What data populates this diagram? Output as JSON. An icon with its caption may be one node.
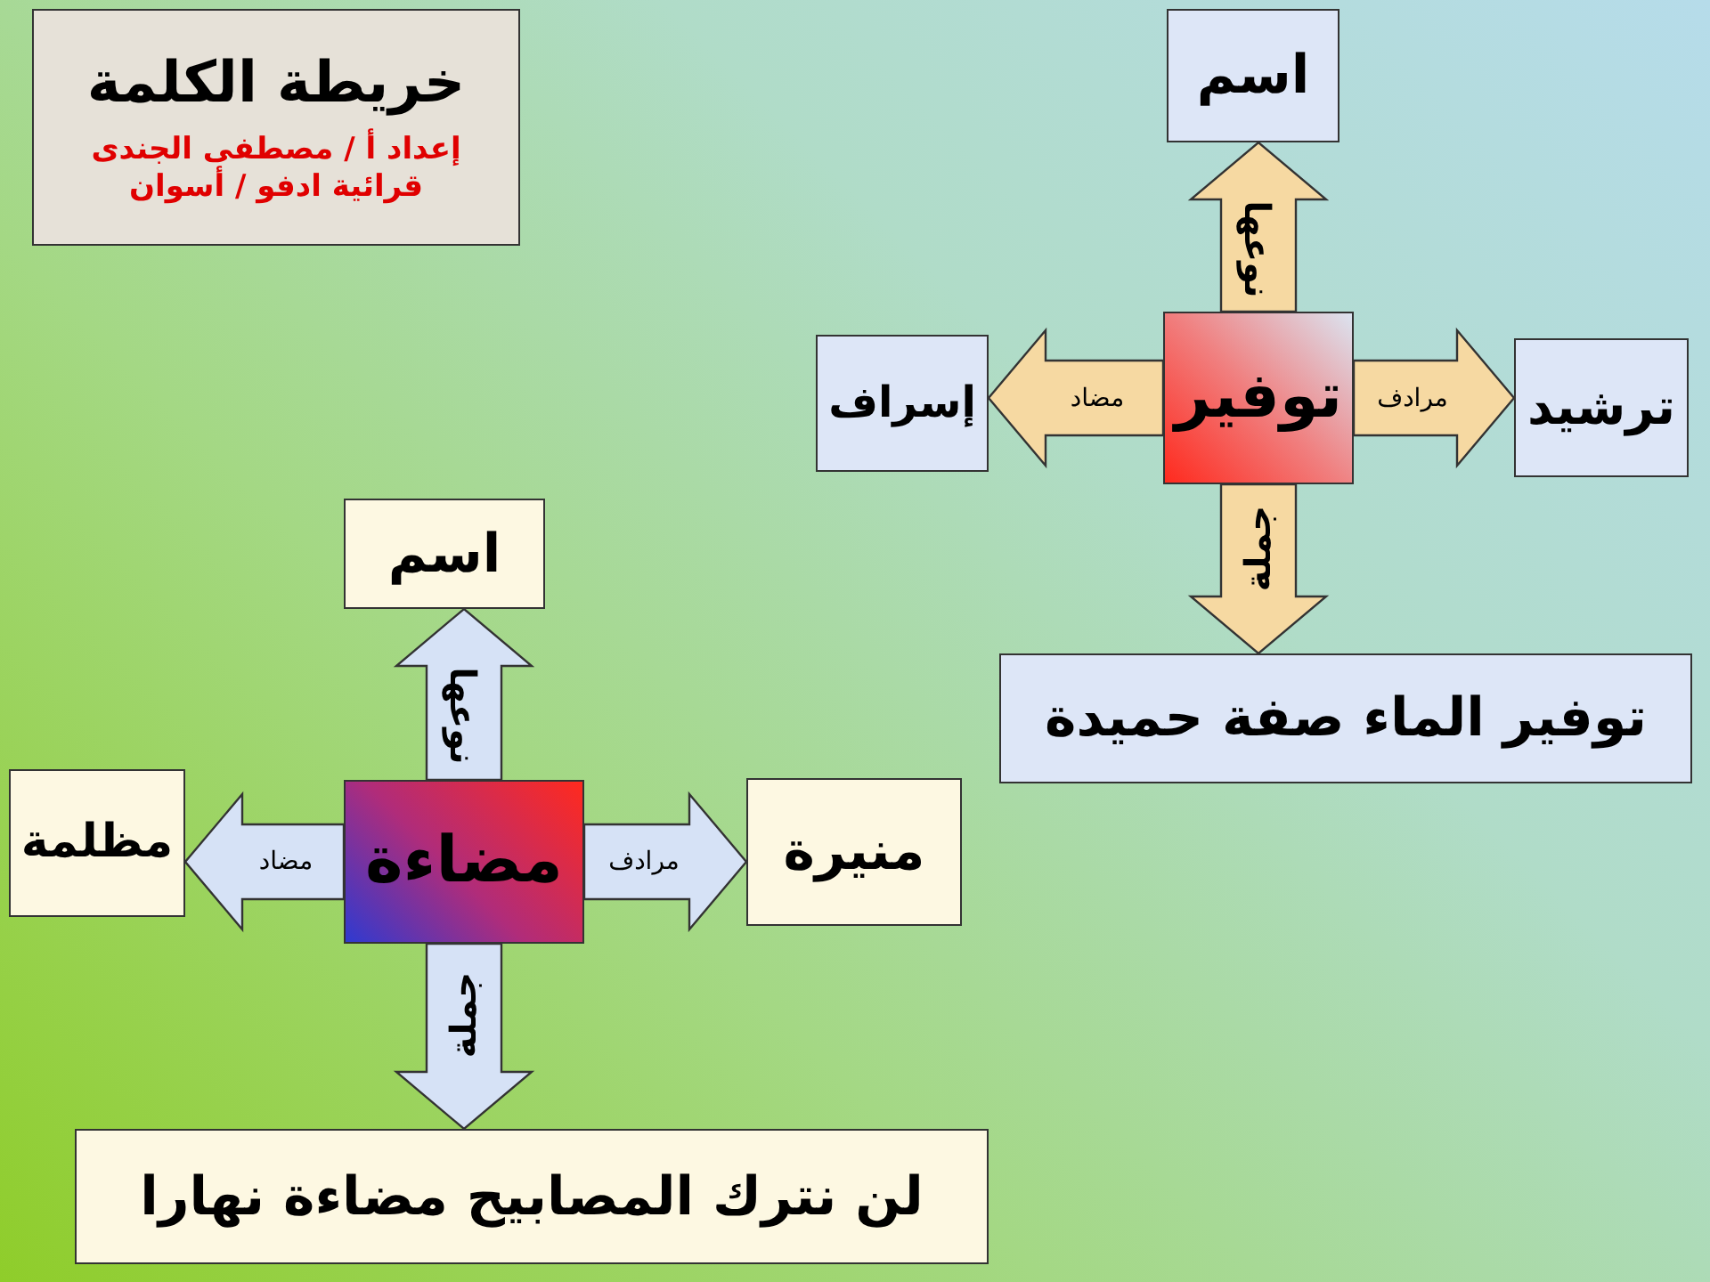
{
  "diagram": {
    "nodes": [
      {
        "text": [
          "خريطة الكلمة",
          "إعداد أ / مصطفى الجندى",
          "قرائية ادفو / أسوان"
        ]
      },
      {
        "text": [
          "اسم"
        ]
      },
      {
        "text": [
          "إسراف"
        ]
      },
      {
        "text": [
          "توفير"
        ]
      },
      {
        "text": [
          "ترشيد"
        ]
      },
      {
        "text": [
          "توفير الماء صفة حميدة"
        ]
      },
      {
        "text": [
          "اسم"
        ]
      },
      {
        "text": [
          "مظلمة"
        ]
      },
      {
        "text": [
          "مضاءة"
        ]
      },
      {
        "text": [
          "منيرة"
        ]
      },
      {
        "text": [
          "لن نترك المصابيح مضاءة نهارا"
        ]
      }
    ],
    "edges": [
      {
        "from": 3,
        "to": 1,
        "arrow": "to",
        "label": "نوعها",
        "color": "#f6d9a2"
      },
      {
        "from": 3,
        "to": 2,
        "arrow": "to",
        "label": "مضاد",
        "color": "#f6d9a2"
      },
      {
        "from": 3,
        "to": 4,
        "arrow": "to",
        "label": "مرادف",
        "color": "#f6d9a2"
      },
      {
        "from": 3,
        "to": 5,
        "arrow": "to",
        "label": "جملة",
        "color": "#f6d9a2"
      },
      {
        "from": 8,
        "to": 6,
        "arrow": "to",
        "label": "نوعها",
        "color": "#d6e2f6"
      },
      {
        "from": 8,
        "to": 7,
        "arrow": "to",
        "label": "مضاد",
        "color": "#d6e2f6"
      },
      {
        "from": 8,
        "to": 9,
        "arrow": "to",
        "label": "مرادف",
        "color": "#d6e2f6"
      },
      {
        "from": 8,
        "to": 10,
        "arrow": "to",
        "label": "جملة",
        "color": "#d6e2f6"
      }
    ]
  }
}
